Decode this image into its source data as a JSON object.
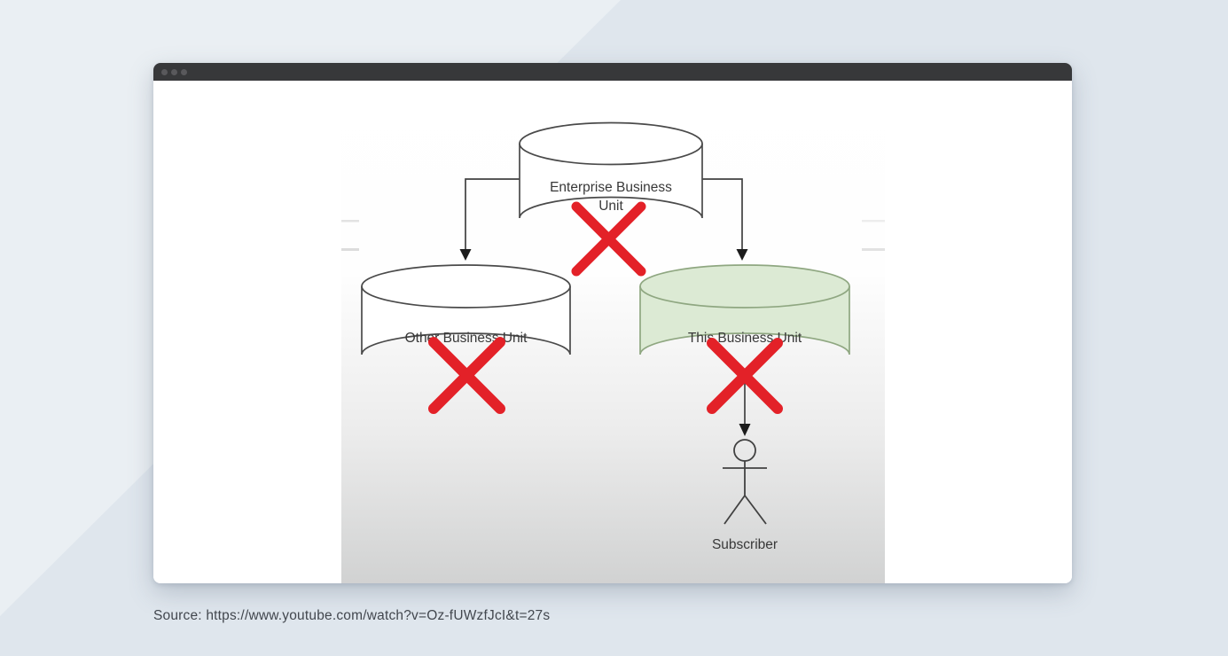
{
  "background": {
    "base_color": "#dfe6ed",
    "accent_color": "#eaeff3"
  },
  "window": {
    "titlebar_color": "#37383a",
    "controls": [
      "dot",
      "dot",
      "dot"
    ]
  },
  "diagram": {
    "colors": {
      "cross": "#e32128",
      "line": "#414141",
      "node_stroke": "#4a4a4a",
      "green_fill": "#dcead4",
      "green_stroke": "#8fa781",
      "text": "#383838"
    },
    "nodes": {
      "enterprise": {
        "type": "cylinder",
        "label_line1": "Enterprise Business",
        "label_line2": "Unit",
        "fill": "#ffffff",
        "crossed_out": true
      },
      "other": {
        "type": "cylinder",
        "label": "Other Business Unit",
        "fill": "#ffffff",
        "crossed_out": true
      },
      "this_unit": {
        "type": "cylinder",
        "label": "This Business Unit",
        "fill": "#dcead4",
        "crossed_out": true
      },
      "subscriber": {
        "type": "actor",
        "label": "Subscriber",
        "crossed_out": false
      }
    },
    "edges": [
      {
        "from": "enterprise",
        "to": "other",
        "style": "elbow-arrow"
      },
      {
        "from": "enterprise",
        "to": "this_unit",
        "style": "elbow-arrow"
      },
      {
        "from": "this_unit",
        "to": "subscriber",
        "style": "arrow"
      }
    ]
  },
  "caption": {
    "text": "Source: https://www.youtube.com/watch?v=Oz-fUWzfJcI&t=27s"
  }
}
